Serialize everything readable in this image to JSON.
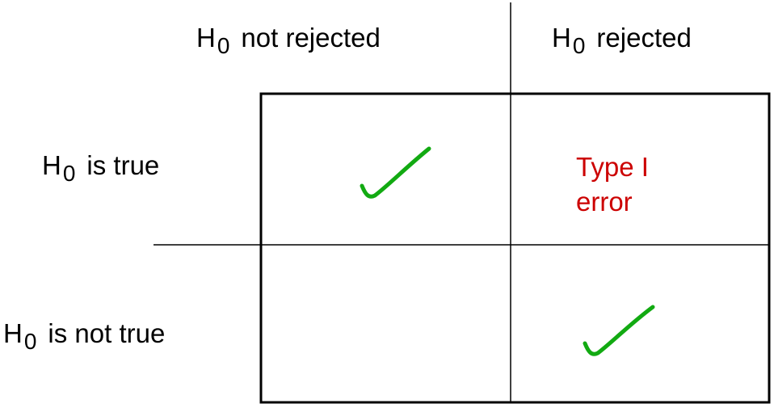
{
  "columns": [
    {
      "symbol": "H",
      "subscript": "0",
      "text": "not rejected"
    },
    {
      "symbol": "H",
      "subscript": "0",
      "text": "rejected"
    }
  ],
  "rows": [
    {
      "symbol": "H",
      "subscript": "0",
      "text": "is true"
    },
    {
      "symbol": "H",
      "subscript": "0",
      "text": "is not true"
    }
  ],
  "cells": {
    "true_rejected": {
      "line1": "Type I",
      "line2": "error"
    }
  },
  "colors": {
    "error_text": "#cc0000",
    "checkmark": "#12aa12",
    "lines": "#000000"
  },
  "icons": [
    "checkmark-icon"
  ]
}
